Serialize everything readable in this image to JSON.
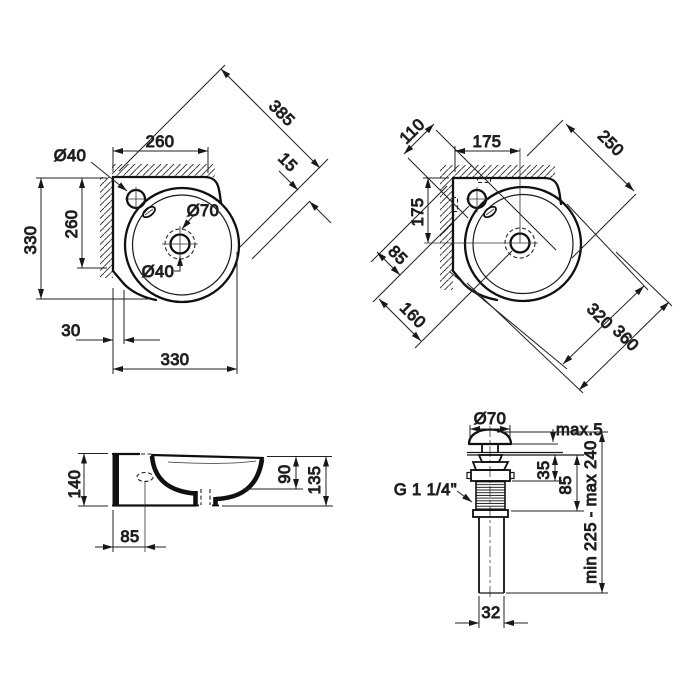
{
  "drawing": {
    "background": "#ffffff",
    "ink": "#181818",
    "views": {
      "plan": {
        "faucet_hole_dia": "Ø40",
        "top_width": "260",
        "diagonal_width": "385",
        "edge_offset": "15",
        "overall_depth": "330",
        "inner_depth": "260",
        "bottom_offset": "30",
        "bottom_width": "330",
        "drain_recess_dia": "Ø70",
        "drain_hole_dia": "Ø40"
      },
      "corner": {
        "fixing_holes_spacing": "110",
        "drain_offset_x": "175",
        "diagonal_right": "250",
        "drain_offset_y": "175",
        "faucet_diagonal": "85",
        "drain_diagonal": "160",
        "face_width": "320",
        "overall_width": "360"
      },
      "side": {
        "back_height": "140",
        "bowl_depth": "90",
        "front_height": "135",
        "faucet_offset": "85"
      },
      "waste": {
        "cap_dia": "Ø70",
        "cap_clearance": "max.5",
        "upper_body_height": "35",
        "body_height": "85",
        "thread_spec": "G 1 1/4\"",
        "overall_height": "min 225 - max 240",
        "pipe_dia": "32"
      }
    }
  }
}
